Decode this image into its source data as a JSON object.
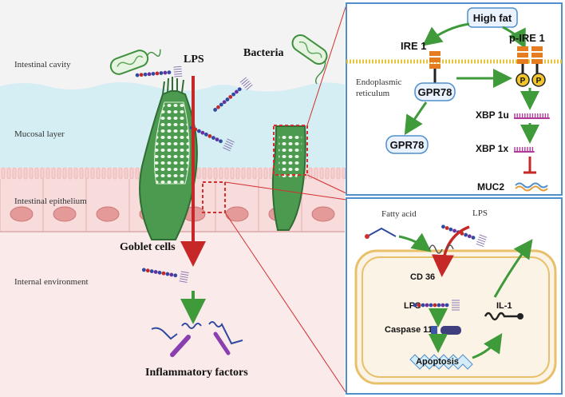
{
  "left_panel": {
    "layers": {
      "intestinal_cavity": "Intestinal cavity",
      "mucosal_layer": "Mucosal layer",
      "intestinal_epithelium": "Intestinal epithelium",
      "internal_environment": "Internal environment"
    },
    "labels": {
      "lps": "LPS",
      "bacteria": "Bacteria",
      "goblet_cells": "Goblet cells",
      "inflammatory_factors": "Inflammatory factors"
    }
  },
  "er_panel": {
    "high_fat": "High fat",
    "ire1": "IRE 1",
    "p_ire1": "p-IRE 1",
    "er_label_line1": "Endoplasmic",
    "er_label_line2": "reticulum",
    "gpr78_bound": "GPR78",
    "gpr78_free": "GPR78",
    "xbp1u": "XBP 1u",
    "xbp1x": "XBP 1x",
    "muc2": "MUC2",
    "phospho": "P"
  },
  "cell_panel": {
    "fatty_acid": "Fatty acid",
    "lps_top": "LPS",
    "cd36": "CD 36",
    "lps_inner": "LPS",
    "caspase11": "Caspase 11",
    "apoptosis": "Apoptosis",
    "il1": "IL-1"
  },
  "colors": {
    "cavity_bg": "#f3f3f3",
    "mucosa_bg": "#d4eef4",
    "epithelium_bg": "#f8dcdc",
    "internal_bg": "#fbeaea",
    "panel_border": "#4f8fcc",
    "red_arrow": "#c62828",
    "green_arrow": "#3f9a3a",
    "goblet_green": "#4c9a50",
    "membrane_yellow": "#e8c33a"
  }
}
